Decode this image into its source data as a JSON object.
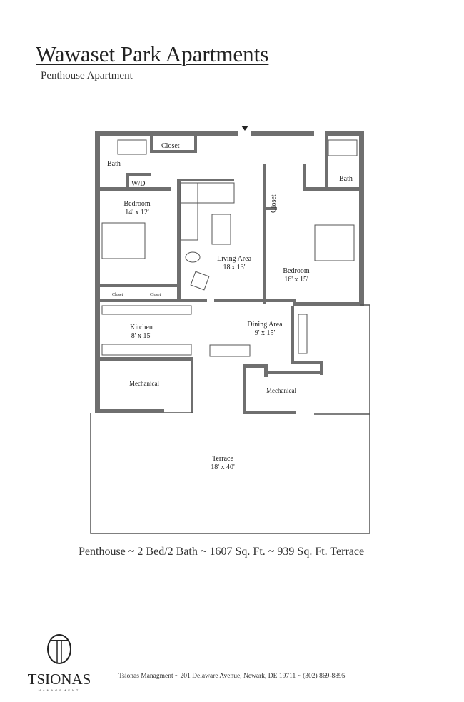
{
  "header": {
    "title": "Wawaset Park Apartments",
    "subtitle": "Penthouse Apartment"
  },
  "floorplan": {
    "rooms": [
      {
        "name": "Bath"
      },
      {
        "name": "Closet"
      },
      {
        "name": "W/D"
      },
      {
        "name": "Bedroom",
        "size": "14' x 12'"
      },
      {
        "name": "Closet"
      },
      {
        "name": "Closet"
      },
      {
        "name": "Living Area",
        "size": "18'x 13'"
      },
      {
        "name": "Closet"
      },
      {
        "name": "Bath"
      },
      {
        "name": "Bedroom",
        "size": "16' x 15'"
      },
      {
        "name": "Kitchen",
        "size": "8' x 15'"
      },
      {
        "name": "Dining Area",
        "size": "9' x 15'"
      },
      {
        "name": "Mechanical"
      },
      {
        "name": "Mechanical"
      },
      {
        "name": "Terrace",
        "size": "18' x 40'"
      }
    ],
    "wall_color": "#6f6f6f"
  },
  "summary": "Penthouse ~ 2 Bed/2 Bath ~ 1607 Sq. Ft. ~ 939 Sq. Ft. Terrace",
  "logo": {
    "name": "TSIONAS",
    "sub": "MANAGEMENT",
    "monogram": "T"
  },
  "footer": "Tsionas Managment ~ 201 Delaware Avenue, Newark, DE  19711 ~ (302) 869-8895"
}
